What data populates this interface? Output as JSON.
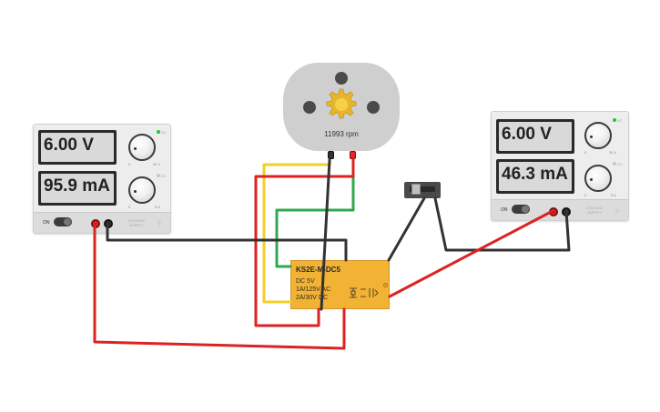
{
  "psu_left": {
    "voltage": "6.00 V",
    "current": "95.9 mA",
    "on_label": "ON",
    "knob_v_labels": [
      "0",
      "30 V"
    ],
    "knob_c_labels": [
      "0",
      "5 A"
    ],
    "led_v": "VC",
    "led_c": "CC",
    "brand": "VOLTAGE SUPPLY"
  },
  "psu_right": {
    "voltage": "6.00 V",
    "current": "46.3 mA",
    "on_label": "ON",
    "knob_v_labels": [
      "0",
      "30 V"
    ],
    "knob_c_labels": [
      "0",
      "5 A"
    ],
    "led_v": "VC",
    "led_c": "CC",
    "brand": "VOLTAGE SUPPLY"
  },
  "motor": {
    "rpm": "11993 rpm"
  },
  "relay": {
    "name": "KS2E-M-DC5",
    "lines": [
      "DC 5V",
      "1A/125V AC",
      "2A/30V DC"
    ]
  },
  "colors": {
    "wire_red": "#dd2222",
    "wire_black": "#333333",
    "wire_yellow": "#f2d02a",
    "wire_green": "#2fa84f",
    "led_green": "#22cc22",
    "relay_body": "#f2b233"
  }
}
